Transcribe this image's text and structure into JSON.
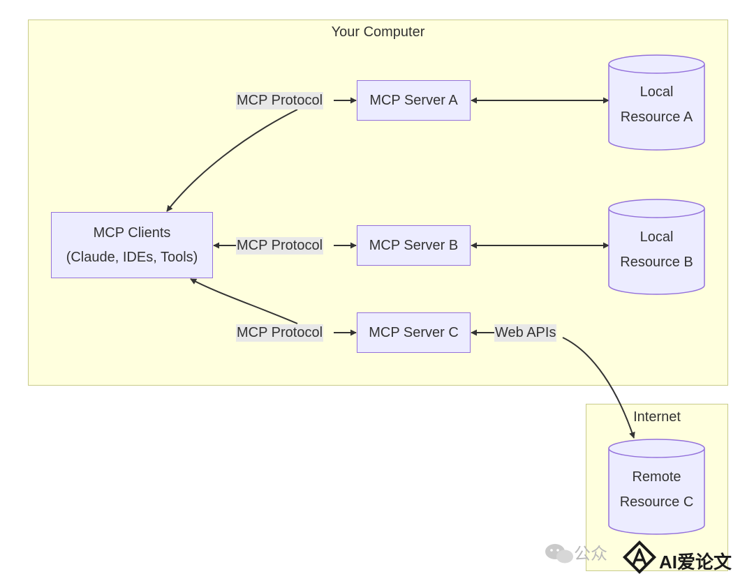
{
  "diagram": {
    "clusters": {
      "computer": {
        "title": "Your Computer"
      },
      "internet": {
        "title": "Internet"
      }
    },
    "nodes": {
      "clients": {
        "line1": "MCP Clients",
        "line2": "(Claude, IDEs, Tools)"
      },
      "server_a": {
        "label": "MCP Server A"
      },
      "server_b": {
        "label": "MCP Server B"
      },
      "server_c": {
        "label": "MCP Server C"
      },
      "resource_a": {
        "line1": "Local",
        "line2": "Resource A"
      },
      "resource_b": {
        "line1": "Local",
        "line2": "Resource B"
      },
      "resource_c": {
        "line1": "Remote",
        "line2": "Resource C"
      }
    },
    "edges": {
      "clients_server_a": "MCP Protocol",
      "clients_server_b": "MCP Protocol",
      "clients_server_c": "MCP Protocol",
      "server_c_resource_c": "Web APIs"
    },
    "colors": {
      "cluster_fill": "#ffffde",
      "cluster_stroke": "#c8ca8a",
      "node_fill": "#ececff",
      "node_stroke": "#9370db",
      "edge": "#333333",
      "edge_label_bg": "#e8e8e8"
    }
  },
  "watermark": {
    "faded_text": "公众",
    "brand_text": "AI爱论文",
    "icons": [
      "wechat-icon",
      "ai-logo-icon"
    ]
  }
}
